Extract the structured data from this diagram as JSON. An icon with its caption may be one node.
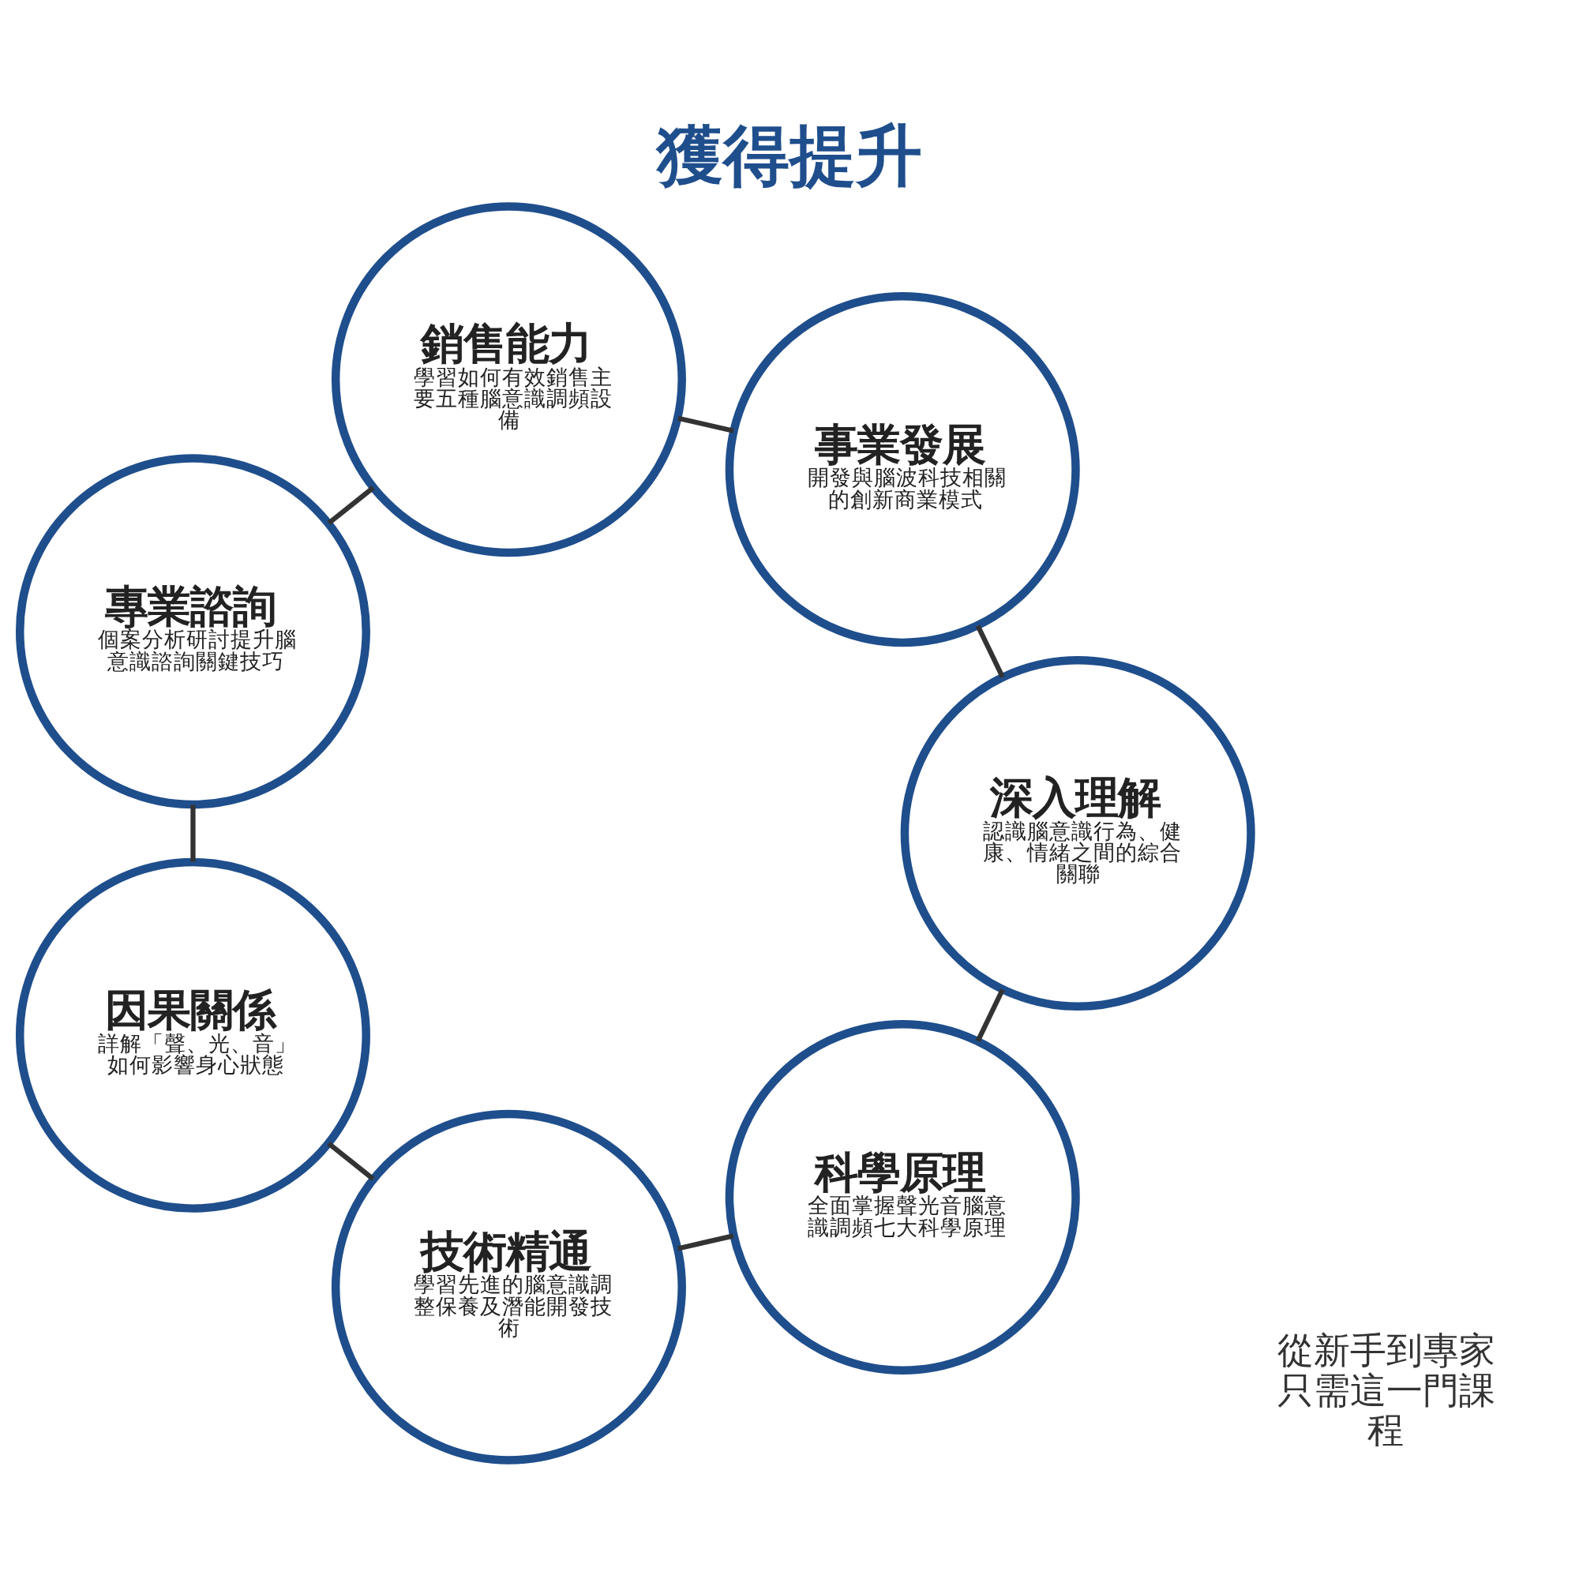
{
  "diagram": {
    "title": "獲得提升",
    "nodes": [
      {
        "text": [
          "科學原理",
          "全面掌握聲光音腦意識調頻七大科學原理"
        ]
      },
      {
        "text": [
          "深入理解",
          "認識腦意識行為、健康、情緒之間的綜合關聯"
        ]
      },
      {
        "text": [
          "技術精通",
          "學習先進的腦意識調整保養及潛能開發技術"
        ]
      },
      {
        "text": [
          "事業發展",
          "開發與腦波科技相關的創新商業模式"
        ]
      },
      {
        "text": [
          "因果關係",
          "詳解「聲、光、音」如何影響身心狀態"
        ]
      },
      {
        "text": [
          "銷售能力",
          "學習如何有效銷售主要五種腦意識調頻設備"
        ]
      },
      {
        "text": [
          "專業諮詢",
          "個案分析研討提升腦意識諮詢關鍵技巧"
        ]
      }
    ],
    "edges": [
      {
        "from": 0,
        "to": 2,
        "arrow": "none"
      },
      {
        "from": 2,
        "to": 4,
        "arrow": "none"
      },
      {
        "from": 4,
        "to": 6,
        "arrow": "none"
      },
      {
        "from": 6,
        "to": 5,
        "arrow": "none"
      },
      {
        "from": 5,
        "to": 3,
        "arrow": "none"
      },
      {
        "from": 3,
        "to": 1,
        "arrow": "none"
      },
      {
        "from": 1,
        "to": 0,
        "arrow": "none"
      }
    ],
    "labels": [
      "從新手到專家只需這一門課程"
    ]
  }
}
